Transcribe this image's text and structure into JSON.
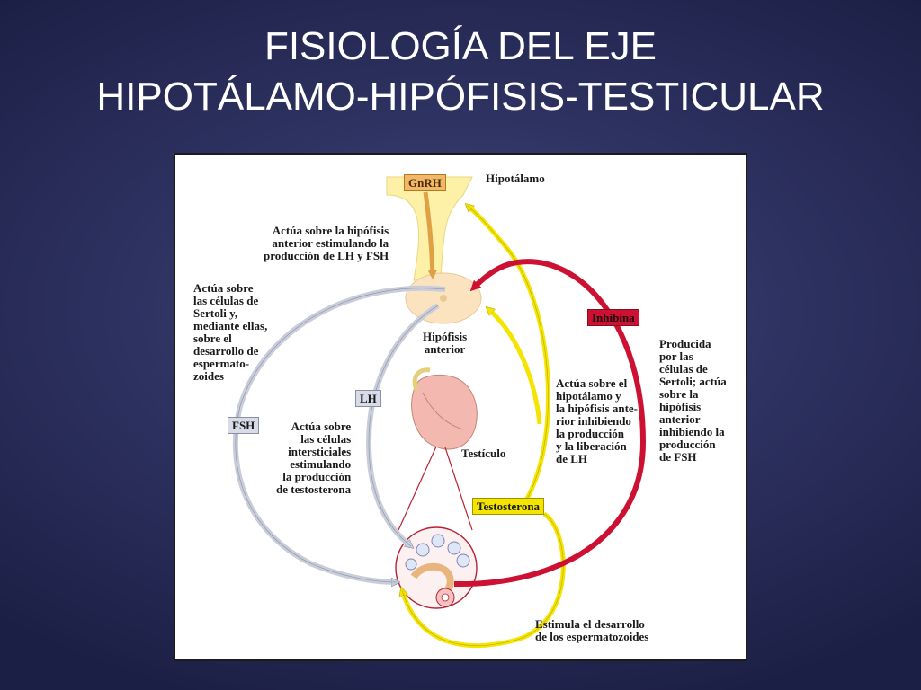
{
  "slide": {
    "title_line1": "FISIOLOGÍA DEL EJE",
    "title_line2": "HIPOTÁLAMO-HIPÓFISIS-TESTICULAR"
  },
  "diagram": {
    "boxes": {
      "gnrh": "GnRH",
      "inhibina": "Inhibina",
      "lh": "LH",
      "fsh": "FSH",
      "testosterona": "Testosterona"
    },
    "labels": {
      "hipotalamo": "Hipotálamo",
      "hipofisis_anterior": "Hipófisis\nanterior",
      "testiculo": "Testículo",
      "gnrh_action": "Actúa sobre la hipófisis\nanterior estimulando la\nproducción de LH y FSH",
      "fsh_action": "Actúa sobre\nlas células de\nSertoli y,\nmediante ellas,\nsobre el\ndesarrollo de\nespermato-\nzoides",
      "lh_action": "Actúa sobre\nlas células\nintersticiales\nestimulando\nla producción\nde testosterona",
      "testosterona_action": "Actúa sobre el\nhipotálamo y\nla hipófisis ante-\nrior inhibiendo\nla producción\ny la liberación\nde LH",
      "inhibina_action": "Producida\npor las\ncélulas de\nSertoli; actúa\nsobre la\nhipófisis\nanterior\ninhibiendo la\nproducción\nde FSH",
      "espermatozoides": "Estimula el desarrollo\nde los espermatozoides"
    },
    "colors": {
      "yellow_arrow": "#f4e400",
      "red_arrow": "#cc1133",
      "grey_arrow": "#c9cdda",
      "gland": "#fbe3bf",
      "testis": "#f3b9b0",
      "gnrh_box": "#f0b868"
    }
  }
}
